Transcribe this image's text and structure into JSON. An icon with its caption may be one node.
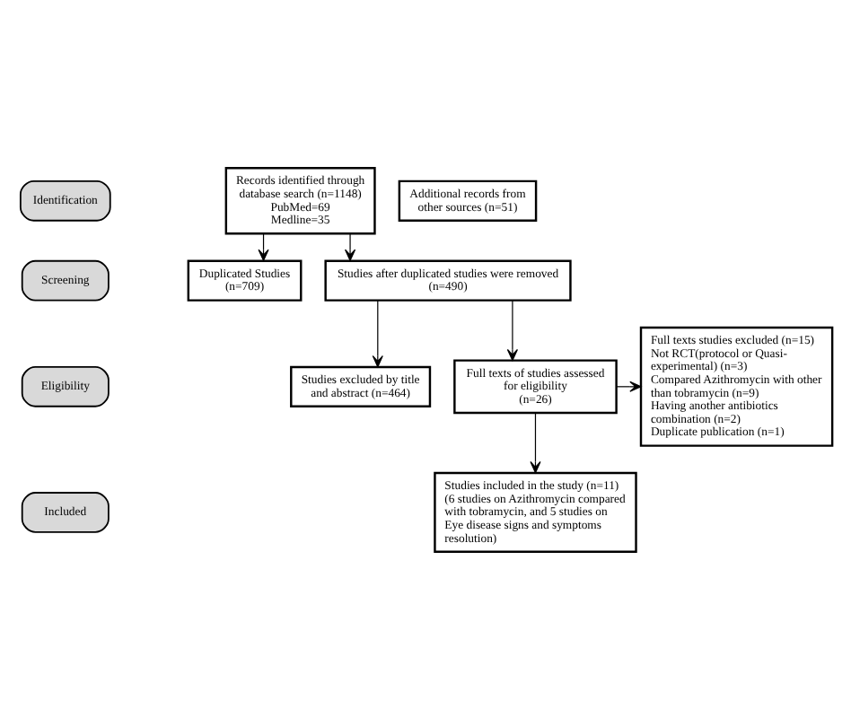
{
  "diagram": {
    "nodes": [
      {
        "text": [
          "Identification"
        ]
      },
      {
        "text": [
          "Screening"
        ]
      },
      {
        "text": [
          "Eligibility"
        ]
      },
      {
        "text": [
          "Included"
        ]
      },
      {
        "text": [
          "Records identified through database search (n=1148)",
          "PubMed=69",
          "Medline=35"
        ]
      },
      {
        "text": [
          "Additional records from other sources (n=51)"
        ]
      },
      {
        "text": [
          "Duplicated Studies",
          "(n=709)"
        ]
      },
      {
        "text": [
          "Studies after duplicated studies were removed",
          "(n=490)"
        ]
      },
      {
        "text": [
          "Studies excluded by title and abstract (n=464)"
        ]
      },
      {
        "text": [
          "Full texts of studies assessed for eligibility",
          "(n=26)"
        ]
      },
      {
        "text": [
          "Full texts studies excluded (n=15)",
          "Not RCT(protocol or Quasi-experimental) (n=3)",
          "Compared Azithromycin with other than tobramycin (n=9)",
          "Having another antibiotics combination (n=2)",
          "Duplicate publication (n=1)"
        ]
      },
      {
        "text": [
          "Studies included in the study (n=11) (6 studies on Azithromycin compared with tobramycin, and 5 studies on Eye disease signs and symptoms resolution)"
        ]
      }
    ],
    "edges": [
      {
        "from": 4,
        "to": 7,
        "arrow": "to"
      },
      {
        "from": 4,
        "to": 6,
        "arrow": "to"
      },
      {
        "from": 7,
        "to": 9,
        "arrow": "to"
      },
      {
        "from": 7,
        "to": 8,
        "arrow": "to"
      },
      {
        "from": 9,
        "to": 11,
        "arrow": "to"
      },
      {
        "from": 9,
        "to": 10,
        "arrow": "to"
      }
    ]
  }
}
